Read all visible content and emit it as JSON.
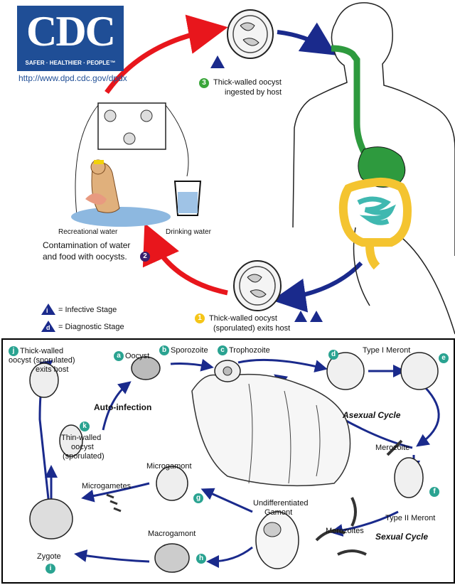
{
  "top": {
    "logo_text": "CDC",
    "logo_tagline": "SAFER · HEALTHIER · PEOPLE™",
    "url": "http://www.dpd.cdc.gov/dpdx",
    "step3": {
      "number": "3",
      "line1": "Thick-walled oocyst",
      "line2": "ingested by host"
    },
    "step1": {
      "number": "1",
      "line1": "Thick-walled oocyst",
      "line2": "(sporulated) exits host"
    },
    "step2": {
      "number": "2",
      "line1": "Contamination of water",
      "line2": "and food with oocysts."
    },
    "recreational_water": "Recreational water",
    "drinking_water": "Drinking water",
    "legend": {
      "infective_letter": "i",
      "infective_label": "= Infective Stage",
      "diagnostic_letter": "d",
      "diagnostic_label": "= Diagnostic Stage"
    }
  },
  "bottom": {
    "stage_j": {
      "letter": "j",
      "line1": "Thick-walled",
      "line2": "oocyst (sporulated)",
      "line3": "exits host"
    },
    "stage_a": {
      "letter": "a",
      "label": "Oocyst"
    },
    "stage_b": {
      "letter": "b",
      "label": "Sporozoite"
    },
    "stage_c": {
      "letter": "c",
      "label": "Trophozoite"
    },
    "stage_d": {
      "letter": "d"
    },
    "type1_meront": "Type I Meront",
    "stage_e": {
      "letter": "e"
    },
    "auto_infection": "Auto-infection",
    "stage_k": {
      "letter": "k",
      "line1": "Thin-walled",
      "line2": "oocyst",
      "line3": "(sporulated)"
    },
    "asexual_cycle": "Asexual Cycle",
    "merozoite": "Merozoite",
    "microgamont": "Microgamont",
    "microgametes": "Microgametes",
    "stage_g": {
      "letter": "g"
    },
    "undiff_line1": "Undifferentiated",
    "undiff_line2": "Gamont",
    "stage_f": {
      "letter": "f"
    },
    "type2_meront": "Type II Meront",
    "merozoites": "Merozoites",
    "sexual_cycle": "Sexual Cycle",
    "macrogamont": "Macrogamont",
    "stage_h": {
      "letter": "h"
    },
    "zygote": "Zygote",
    "stage_i": {
      "letter": "i"
    }
  },
  "colors": {
    "cdc_blue": "#1f4e96",
    "arrow_red": "#e8161c",
    "arrow_navy": "#1a2a8c",
    "teal_badge": "#2aa391",
    "gut_green": "#2e9a3e",
    "colon_yellow": "#f4c430",
    "intestine_teal": "#3fb8b0",
    "step2_purple": "#3b1f6e",
    "step1_yellow": "#f5c518",
    "step3_green": "#3aa63a"
  }
}
